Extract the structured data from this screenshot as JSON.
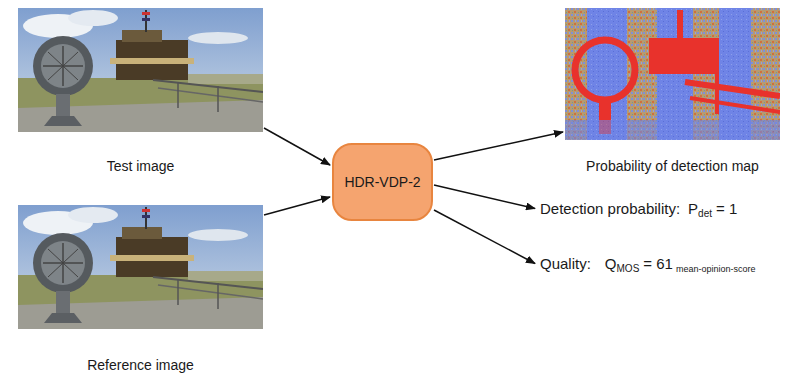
{
  "diagram": {
    "nodes": [
      {
        "text": [
          "Test image"
        ]
      },
      {
        "text": [
          "Reference image"
        ]
      },
      {
        "text": [
          "HDR-VDP-2"
        ]
      },
      {
        "text": [
          "Probability of detection map"
        ]
      },
      {
        "text": [
          "Detection probability:",
          "P",
          "det",
          "= 1"
        ]
      },
      {
        "text": [
          "Quality:",
          "Q",
          "MOS",
          "= 61",
          "mean-opinion-score"
        ]
      }
    ],
    "edges": [
      {
        "from": 0,
        "to": 2,
        "arrow": "to"
      },
      {
        "from": 1,
        "to": 2,
        "arrow": "to"
      },
      {
        "from": 2,
        "to": 3,
        "arrow": "to"
      },
      {
        "from": 2,
        "to": 4,
        "arrow": "to"
      },
      {
        "from": 2,
        "to": 5,
        "arrow": "to"
      }
    ]
  }
}
